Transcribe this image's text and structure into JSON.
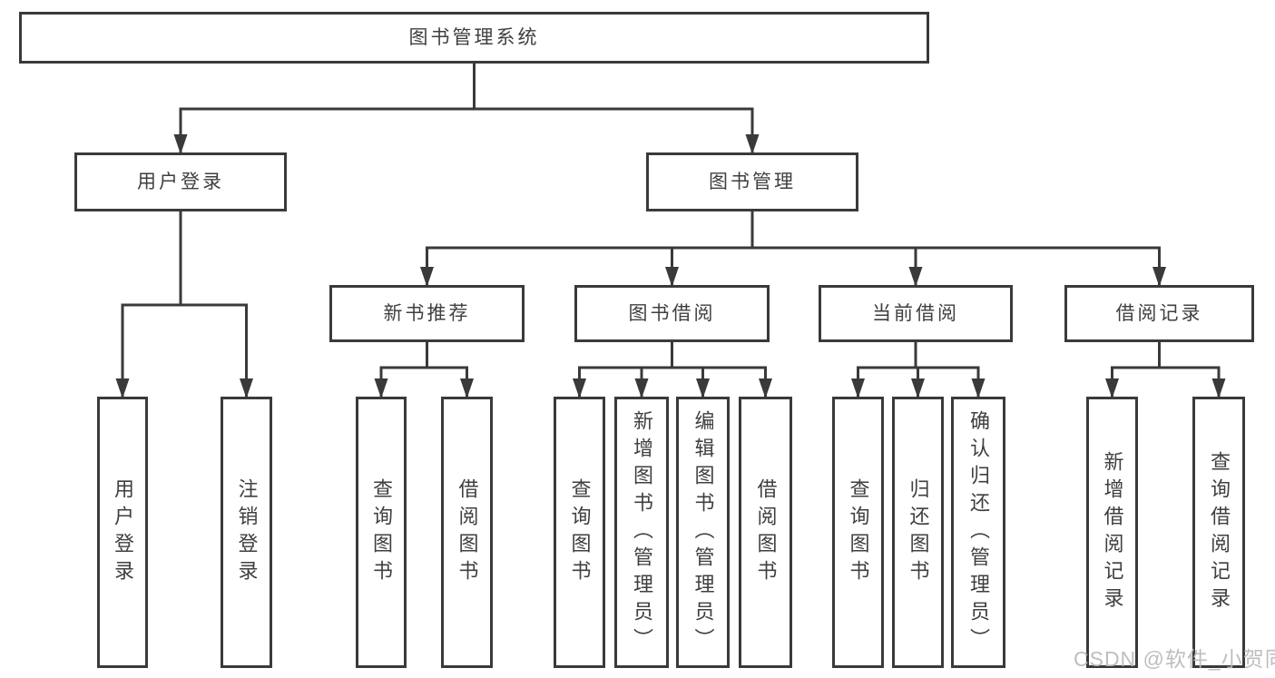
{
  "diagram": {
    "root": {
      "label": "图书管理系统"
    },
    "branches": [
      {
        "label": "用户登录",
        "children": [
          {
            "label": "用户登录"
          },
          {
            "label": "注销登录"
          }
        ]
      },
      {
        "label": "图书管理",
        "sections": [
          {
            "label": "新书推荐",
            "children": [
              {
                "label": "查询图书"
              },
              {
                "label": "借阅图书"
              }
            ]
          },
          {
            "label": "图书借阅",
            "children": [
              {
                "label": "查询图书"
              },
              {
                "label": "新增图书（管理员）"
              },
              {
                "label": "编辑图书（管理员）"
              },
              {
                "label": "借阅图书"
              }
            ]
          },
          {
            "label": "当前借阅",
            "children": [
              {
                "label": "查询图书"
              },
              {
                "label": "归还图书"
              },
              {
                "label": "确认归还（管理员）"
              }
            ]
          },
          {
            "label": "借阅记录",
            "children": [
              {
                "label": "新增借阅记录"
              },
              {
                "label": "查询借阅记录"
              }
            ]
          }
        ]
      }
    ]
  },
  "watermark": {
    "text": "CSDN @软件_小贺同学"
  },
  "colors": {
    "line": "#3a3a3a",
    "text": "#3f3f3f",
    "background": "#ffffff",
    "watermark": "#b9b9b9"
  }
}
